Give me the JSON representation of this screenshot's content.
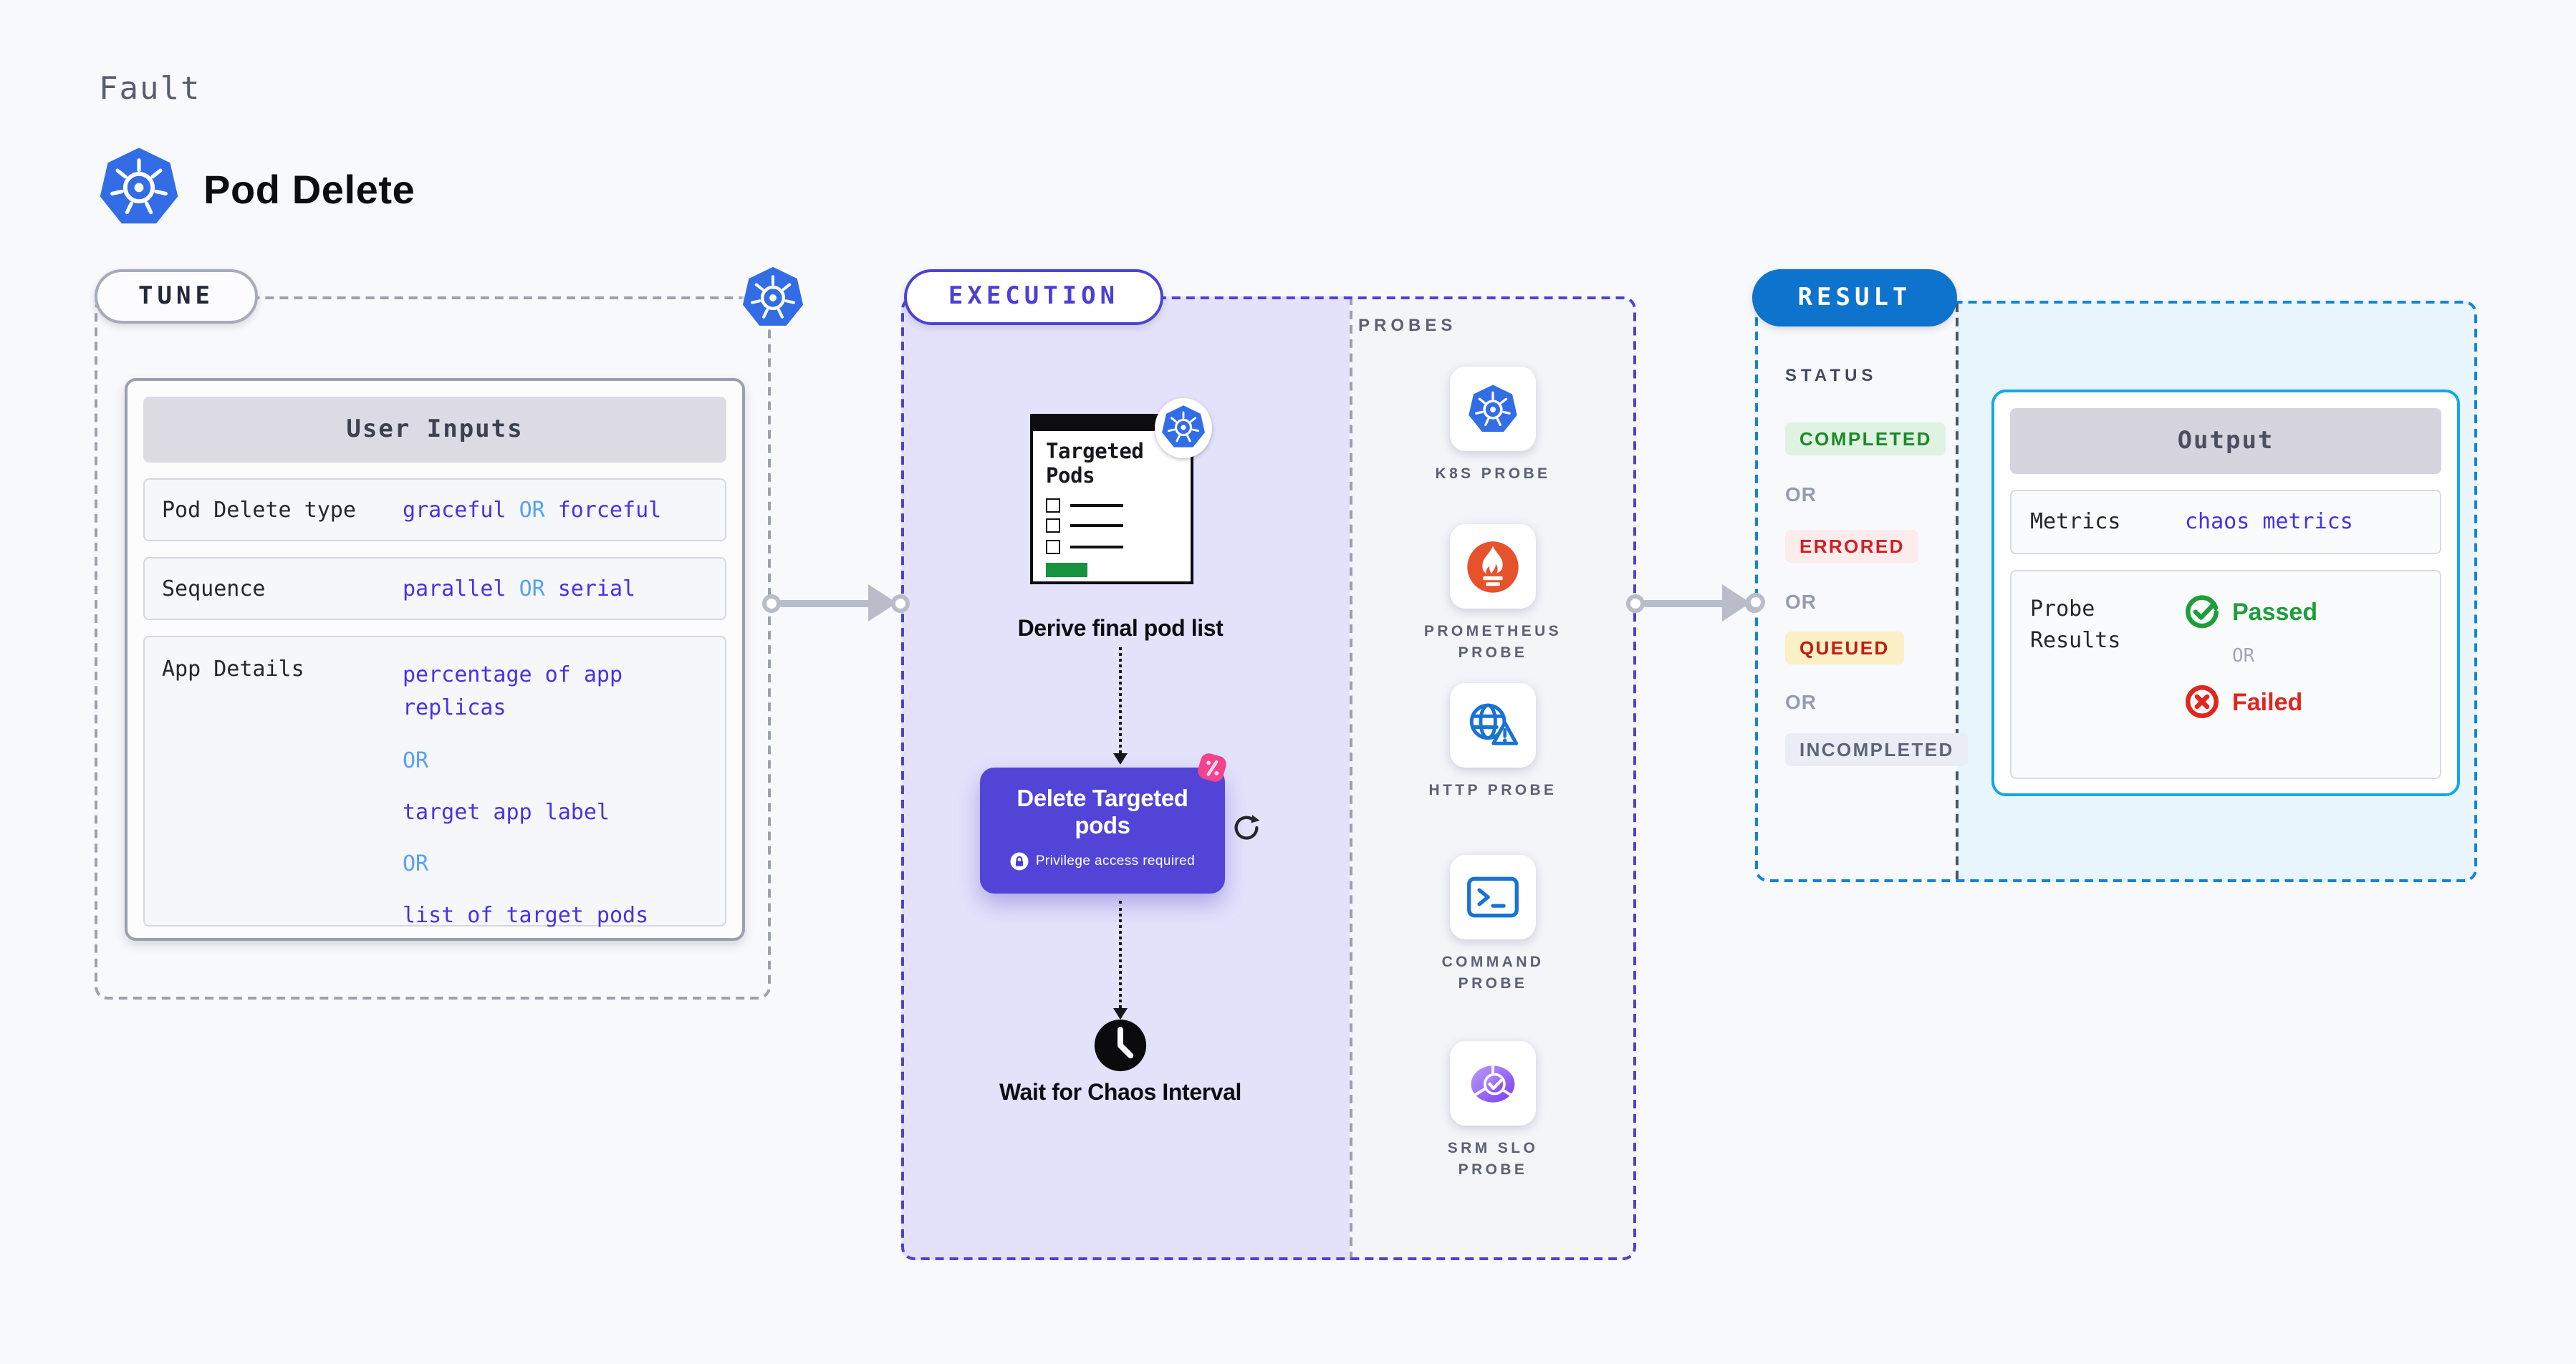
{
  "colors": {
    "page_bg": "#f8f9fc",
    "accent_indigo": "#4b43d1",
    "accent_blue": "#0d73cd",
    "accent_cyan": "#14a7e6",
    "value_blue": "#4433e8",
    "or_blue": "#55a2f6",
    "k8s_blue": "#326de6",
    "prometheus_orange": "#e6522c",
    "litmus_pink": "#f2438f",
    "passed_green": "#1e9e3a",
    "failed_red": "#df271d",
    "lavender_bg": "#e4e2fb"
  },
  "header": {
    "eyebrow": "Fault",
    "title": "Pod Delete"
  },
  "tune": {
    "badge": "TUNE",
    "user_inputs": {
      "title": "User Inputs",
      "or_label": "OR",
      "rows": [
        {
          "label": "Pod Delete type",
          "options": [
            "graceful",
            "forceful"
          ]
        },
        {
          "label": "Sequence",
          "options": [
            "parallel",
            "serial"
          ]
        },
        {
          "label": "App Details",
          "options": [
            "percentage of app replicas",
            "target app label",
            "list of target pods"
          ]
        }
      ]
    }
  },
  "execution": {
    "badge": "EXECUTION",
    "steps": {
      "derive": {
        "doc_title": "Targeted Pods",
        "label": "Derive final pod list"
      },
      "delete": {
        "title": "Delete Targeted pods",
        "note": "Privilege access required"
      },
      "wait": {
        "label": "Wait for Chaos Interval"
      }
    },
    "probes": {
      "title": "PROBES",
      "items": [
        {
          "label": "K8S PROBE",
          "icon": "kubernetes-icon"
        },
        {
          "label": "PROMETHEUS PROBE",
          "icon": "prometheus-icon"
        },
        {
          "label": "HTTP PROBE",
          "icon": "http-globe-icon"
        },
        {
          "label": "COMMAND PROBE",
          "icon": "command-terminal-icon"
        },
        {
          "label": "SRM SLO PROBE",
          "icon": "srm-slo-icon"
        }
      ]
    }
  },
  "result": {
    "badge": "RESULT",
    "status": {
      "title": "STATUS",
      "or_label": "OR",
      "items": [
        {
          "label": "COMPLETED",
          "tone": "green"
        },
        {
          "label": "ERRORED",
          "tone": "red"
        },
        {
          "label": "QUEUED",
          "tone": "yellow"
        },
        {
          "label": "INCOMPLETED",
          "tone": "gray"
        }
      ]
    },
    "output": {
      "title": "Output",
      "metrics": {
        "label": "Metrics",
        "value": "chaos metrics"
      },
      "probe_results": {
        "label": "Probe Results",
        "passed": "Passed",
        "or_label": "OR",
        "failed": "Failed"
      }
    }
  }
}
